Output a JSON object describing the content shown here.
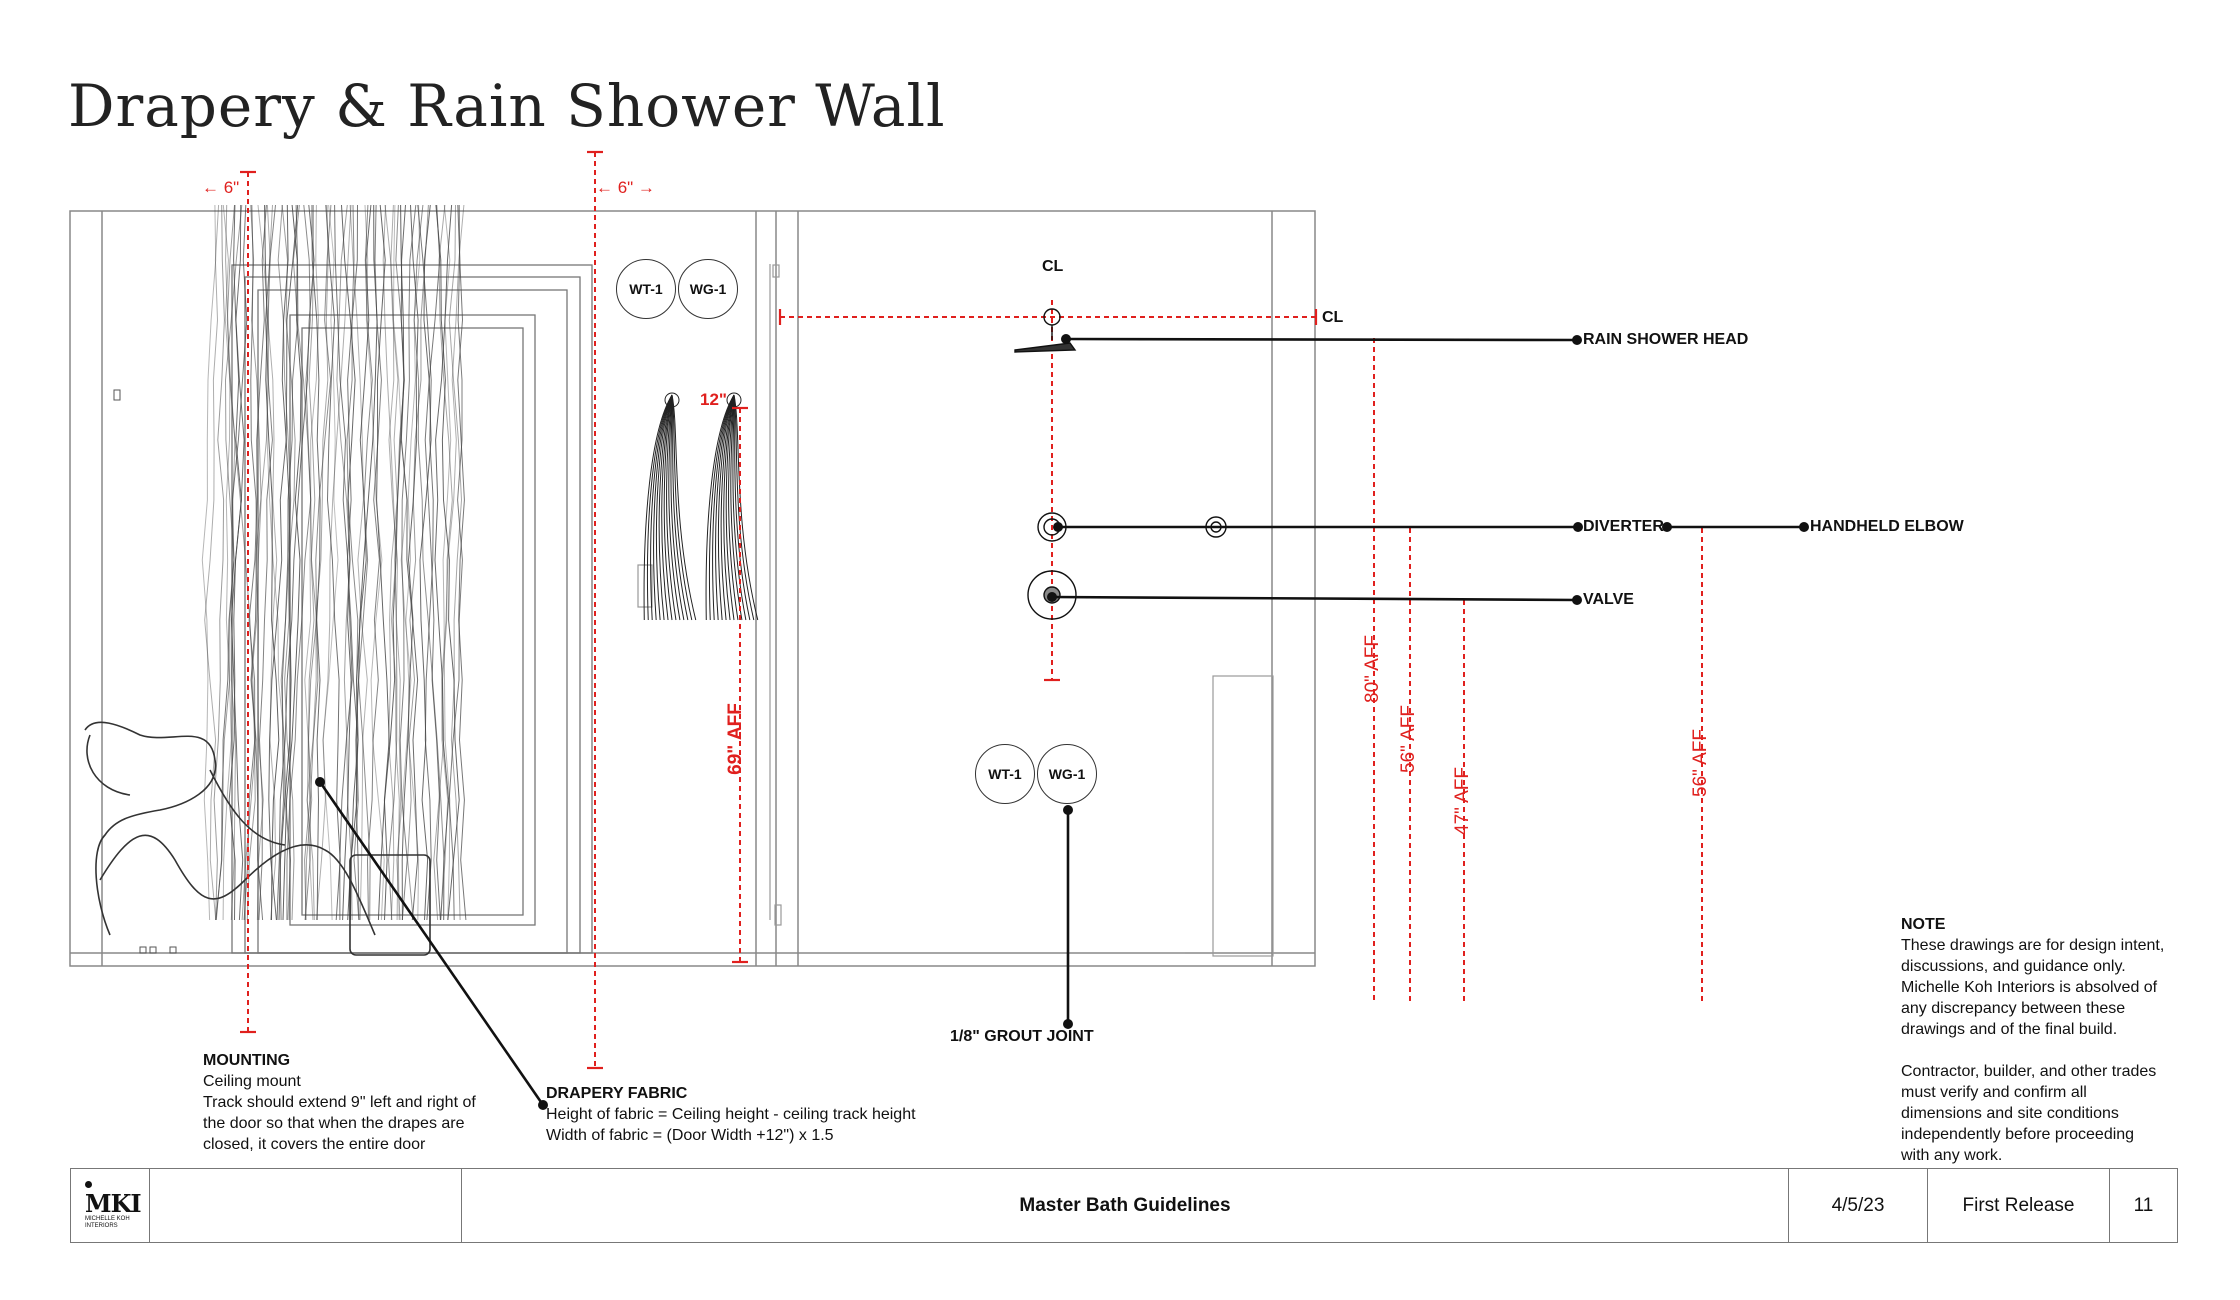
{
  "title": "Drapery & Rain Shower Wall",
  "tags": {
    "wt": "WT-1",
    "wg": "WG-1"
  },
  "dimensions": {
    "six_left": "← 6\"",
    "six_right": "← 6\" →",
    "twelve": "12\"",
    "aff_69": "69\" AFF",
    "aff_80": "80\" AFF",
    "aff_56a": "56\" AFF",
    "aff_47": "47\" AFF",
    "aff_56b": "56\" AFF",
    "cl_top": "CL",
    "cl_right": "CL"
  },
  "callouts": {
    "rain_shower_head": "RAIN SHOWER HEAD",
    "diverter": "DIVERTER",
    "handheld_elbow": "HANDHELD ELBOW",
    "valve": "VALVE",
    "grout_joint": "1/8\" GROUT JOINT"
  },
  "mounting": {
    "heading": "MOUNTING",
    "line1": "Ceiling mount",
    "line2": "Track should extend 9\" left and right of",
    "line3": "the door so that when the drapes are",
    "line4": "closed, it covers the entire door"
  },
  "drapery_fabric": {
    "heading": "DRAPERY FABRIC",
    "line1": "Height of fabric = Ceiling height - ceiling track height",
    "line2": "Width of fabric = (Door Width +12\") x 1.5"
  },
  "note": {
    "heading": "NOTE",
    "lines": [
      "These drawings are for design intent,",
      "discussions, and guidance only.",
      "Michelle Koh Interiors is absolved of",
      "any discrepancy between these",
      "drawings and of the final build.",
      "",
      "Contractor, builder, and other trades",
      "must verify and confirm all",
      "dimensions and site conditions",
      "independently before proceeding",
      "with any work."
    ]
  },
  "title_block": {
    "logo_text": "MKI",
    "logo_sub1": "MICHELLE KOH",
    "logo_sub2": "INTERIORS",
    "sheet_title": "Master Bath Guidelines",
    "date": "4/5/23",
    "status": "First Release",
    "page": "11"
  },
  "colors": {
    "dimension_red": "#e0201e",
    "line_black": "#111111"
  }
}
